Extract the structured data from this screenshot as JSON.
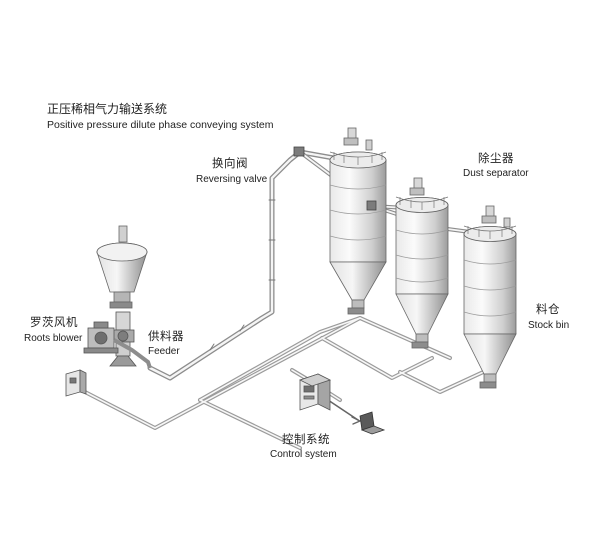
{
  "title": {
    "zh": "正压稀相气力输送系统",
    "en": "Positive pressure dilute phase conveying system"
  },
  "labels": {
    "reversing_valve": {
      "zh": "换向阀",
      "en": "Reversing valve"
    },
    "dust_separator": {
      "zh": "除尘器",
      "en": "Dust separator"
    },
    "roots_blower": {
      "zh": "罗茨风机",
      "en": "Roots blower"
    },
    "feeder": {
      "zh": "供料器",
      "en": "Feeder"
    },
    "stock_bin": {
      "zh": "料仓",
      "en": "Stock bin"
    },
    "control_system": {
      "zh": "控制系统",
      "en": "Control system"
    }
  },
  "colors": {
    "silo_light": "#f4f4f4",
    "silo_mid": "#c9c9c9",
    "silo_dark": "#8a8a8a",
    "pipe": "#9a9a9a",
    "outline": "#555555"
  }
}
